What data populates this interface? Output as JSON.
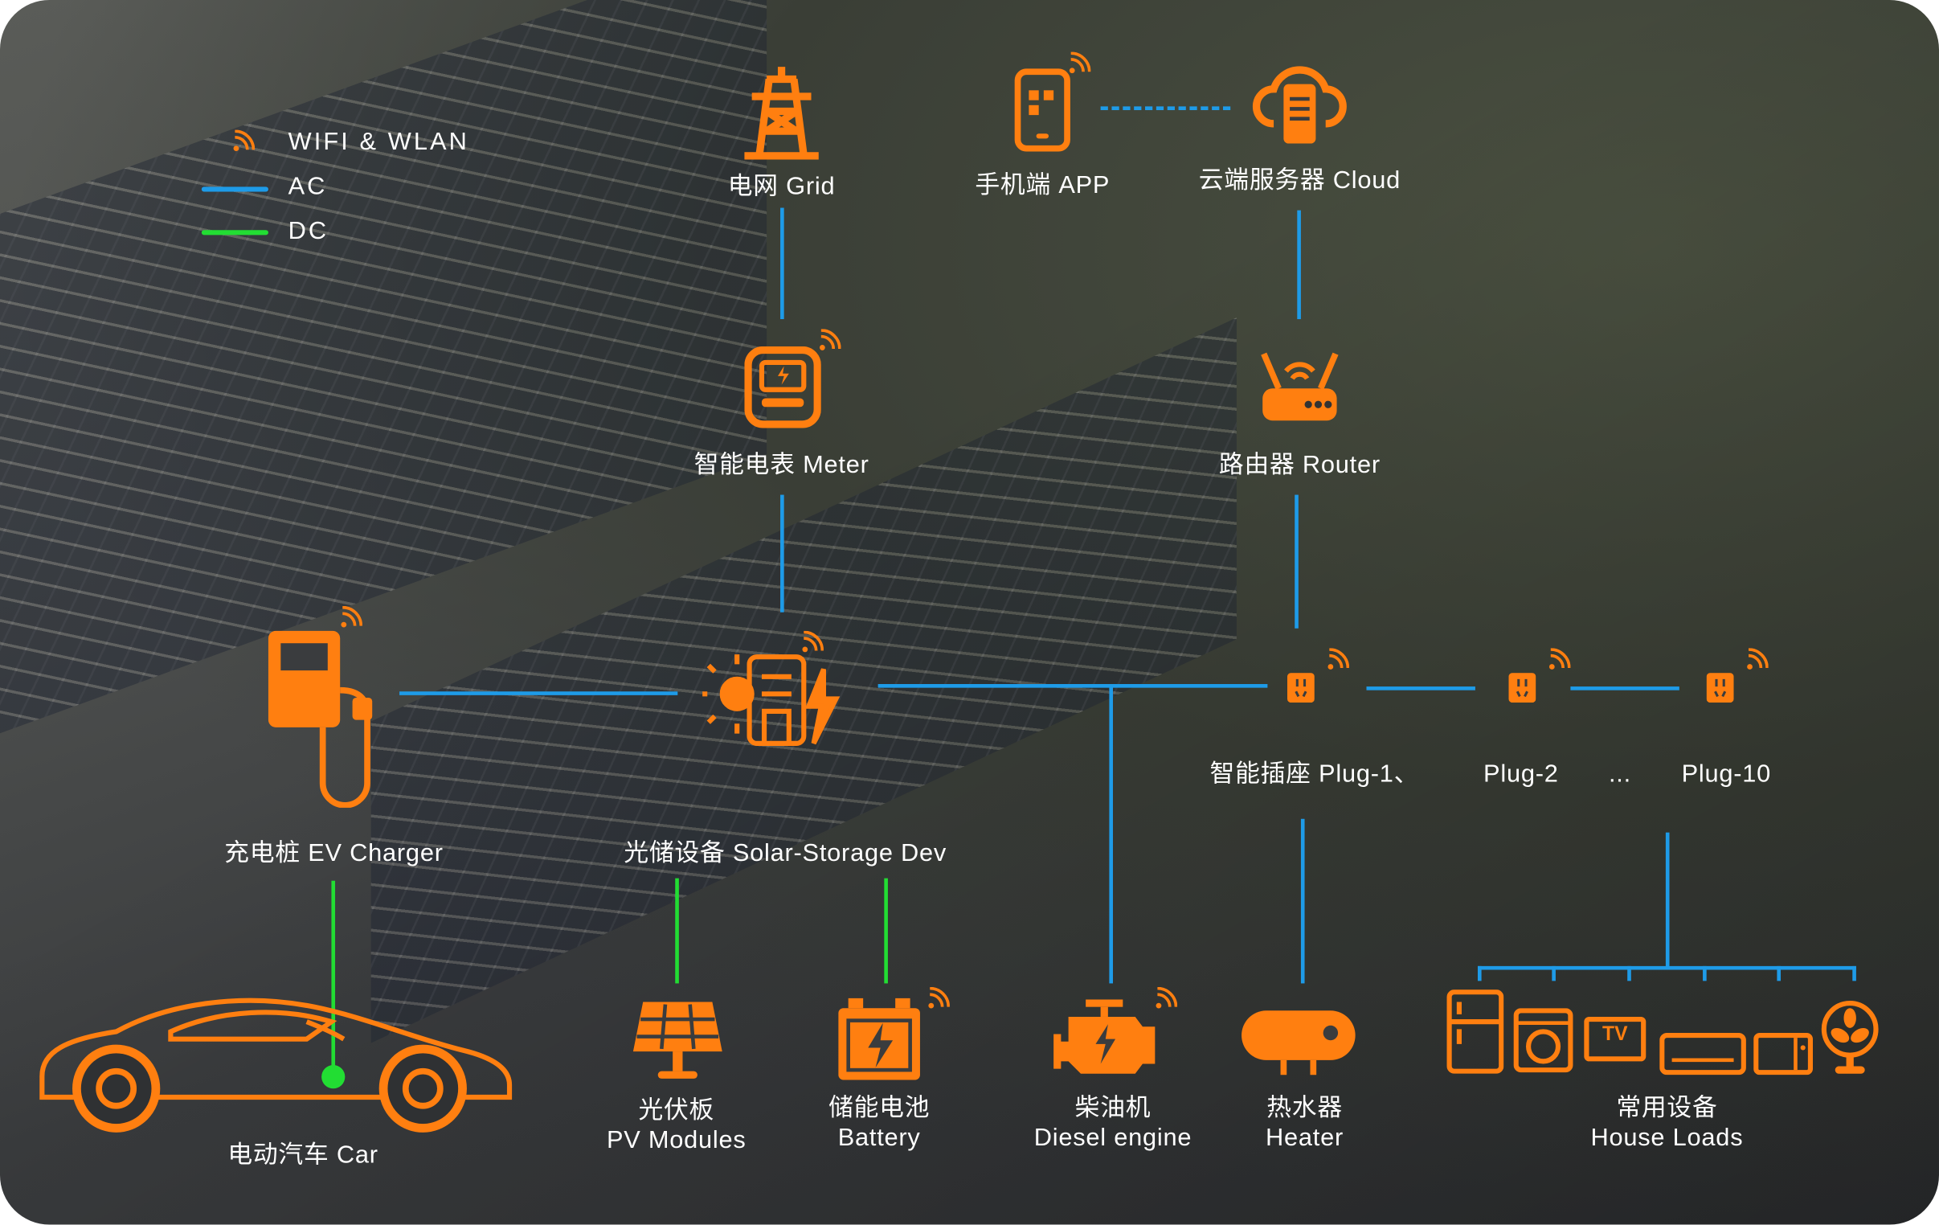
{
  "legend": {
    "wifi": "WIFI & WLAN",
    "ac": "AC",
    "dc": "DC"
  },
  "colors": {
    "accent": "#ff7f10",
    "ac": "#1e9be8",
    "dc": "#22dd33"
  },
  "nodes": {
    "grid": "电网 Grid",
    "app": "手机端 APP",
    "cloud": "云端服务器 Cloud",
    "meter": "智能电表 Meter",
    "router": "路由器 Router",
    "ev_charger": "充电桩 EV Charger",
    "solar_storage": "光储设备 Solar-Storage Dev",
    "plug1": "智能插座 Plug-1、",
    "plug2": "Plug-2",
    "plug_ellipsis": "...",
    "plug10": "Plug-10",
    "car": "电动汽车 Car",
    "pv": {
      "cn": "光伏板",
      "en": "PV Modules"
    },
    "battery": {
      "cn": "储能电池",
      "en": "Battery"
    },
    "diesel": {
      "cn": "柴油机",
      "en": "Diesel engine"
    },
    "heater": {
      "cn": "热水器",
      "en": "Heater"
    },
    "loads": {
      "cn": "常用设备",
      "en": "House Loads"
    },
    "tv_text": "TV"
  }
}
